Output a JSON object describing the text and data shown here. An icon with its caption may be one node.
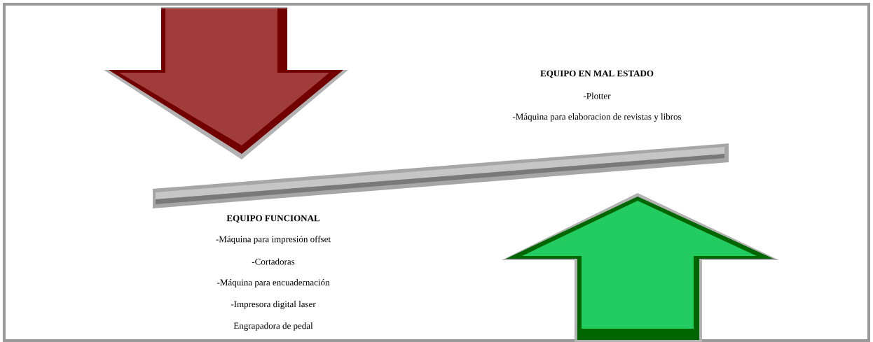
{
  "diagram": {
    "labels": [
      "EQUIPO EN MAL ESTADO",
      "-Plotter",
      "-Máquina para elaboracion de revistas y libros",
      "EQUIPO FUNCIONAL",
      "-Máquina para impresión offset",
      "-Cortadoras",
      "-Máquina para encuadernación",
      "-Impresora digital laser",
      "Engrapadora de pedal"
    ]
  }
}
